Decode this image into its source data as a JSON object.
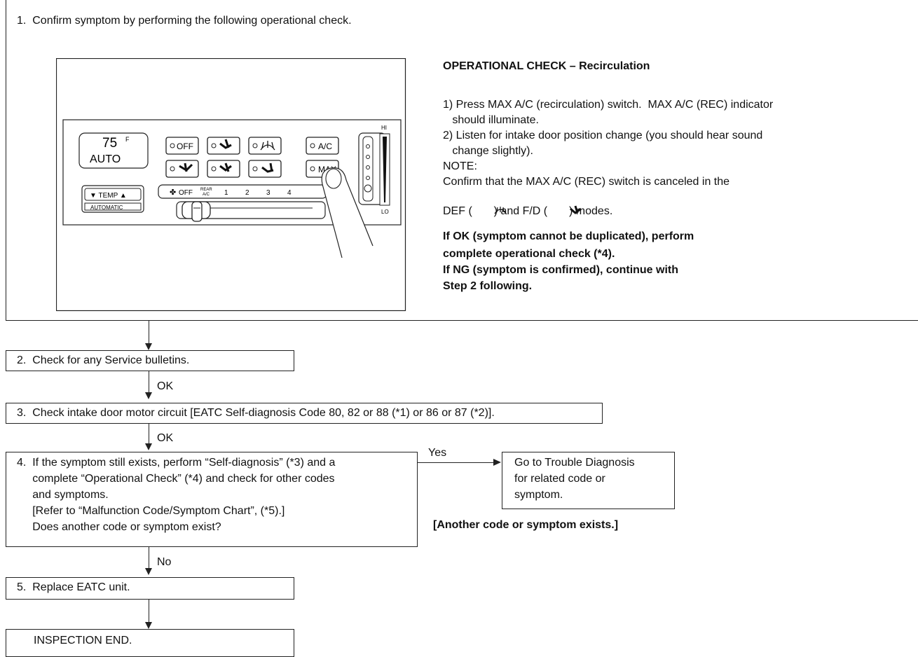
{
  "step1": {
    "title": "1.  Confirm symptom by performing the following operational check.",
    "check_title": "OPERATIONAL CHECK – Recirculation",
    "lines": [
      "1) Press MAX A/C (recirculation) switch.  MAX A/C (REC) indicator",
      "   should illuminate.",
      "2) Listen for intake door position change (you should hear sound",
      "   change slightly).",
      "NOTE:",
      "Confirm that the MAX A/C (REC) switch is canceled in the"
    ],
    "def_line_a": "DEF ( ",
    "def_line_b": " ) and F/D ( ",
    "def_line_c": " ) modes.",
    "result_lines": [
      "If OK (symptom cannot be duplicated), perform",
      "complete operational check (*4).",
      "If NG (symptom is confirmed), continue with",
      "Step 2 following."
    ],
    "panel": {
      "temp_value": "75",
      "temp_unit": "F",
      "auto_label": "AUTO",
      "temp_btn": "▼ TEMP ▲",
      "automatic_label": "AUTOMATIC",
      "off_btn": "OFF",
      "ac_btn": "A/C",
      "max_btn": "MAX",
      "fan_off": "OFF",
      "rear_ac": [
        "REAR",
        "A/C"
      ],
      "fan_speeds": [
        "1",
        "2",
        "3",
        "4"
      ],
      "hi": "HI",
      "lo": "LO"
    }
  },
  "step2": {
    "text": "2.  Check for any Service bulletins.",
    "out": "OK"
  },
  "step3": {
    "text": "3.  Check intake door motor circuit [EATC Self-diagnosis Code 80, 82 or 88 (*1) or 86 or 87 (*2)].",
    "out": "OK"
  },
  "step4": {
    "lines": [
      "4.  If the symptom still exists, perform “Self-diagnosis” (*3) and a",
      "     complete “Operational Check” (*4) and check for other codes",
      "     and symptoms.",
      "     [Refer to “Malfunction Code/Symptom Chart”, (*5).]",
      "     Does another code or symptom exist?"
    ],
    "yes": "Yes",
    "no": "No",
    "yes_note": "[Another code or symptom exists.]"
  },
  "goto": {
    "lines": [
      "Go to Trouble Diagnosis",
      "for related code or",
      "symptom."
    ]
  },
  "step5": {
    "text": "5.  Replace EATC unit."
  },
  "end": {
    "text": "INSPECTION END."
  }
}
